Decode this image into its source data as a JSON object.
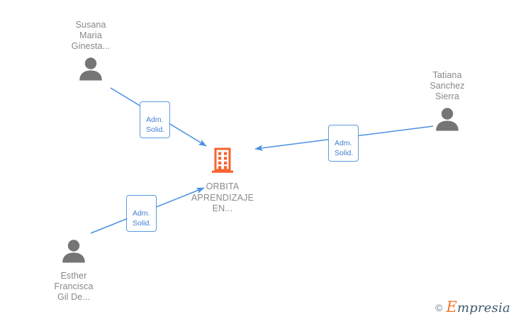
{
  "graph": {
    "background_color": "#ffffff",
    "edge_color": "#4a90e2",
    "person_icon_color": "#757575",
    "company_icon_color": "#f9622f",
    "label_text_color": "#878787",
    "chip_border_color": "#5a9bdd",
    "chip_text_color": "#3f7fd0",
    "nodes": [
      {
        "id": "susana",
        "type": "person",
        "icon": "person-icon",
        "label": "Susana\nMaria\nGinesta...",
        "label_position": "top"
      },
      {
        "id": "tatiana",
        "type": "person",
        "icon": "person-icon",
        "label": "Tatiana\nSanchez\nSierra",
        "label_position": "top"
      },
      {
        "id": "esther",
        "type": "person",
        "icon": "person-icon",
        "label": "Esther\nFrancisca\nGil De...",
        "label_position": "bottom"
      },
      {
        "id": "orbita",
        "type": "company",
        "icon": "company-building-icon",
        "label": "ORBITA\nAPRENDIZAJE\nEN...",
        "label_position": "bottom"
      }
    ],
    "edges": [
      {
        "id": "edge-susana-orbita",
        "from": "susana",
        "to": "orbita",
        "label": "Adm.\nSolid.",
        "direction": "to-company"
      },
      {
        "id": "edge-tatiana-orbita",
        "from": "tatiana",
        "to": "orbita",
        "label": "Adm.\nSolid.",
        "direction": "to-company"
      },
      {
        "id": "edge-esther-orbita",
        "from": "esther",
        "to": "orbita",
        "label": "Adm.\nSolid.",
        "direction": "to-company"
      }
    ]
  },
  "watermark": {
    "copyright_symbol": "©",
    "brand_initial": "E",
    "brand_rest": "mpresia"
  }
}
